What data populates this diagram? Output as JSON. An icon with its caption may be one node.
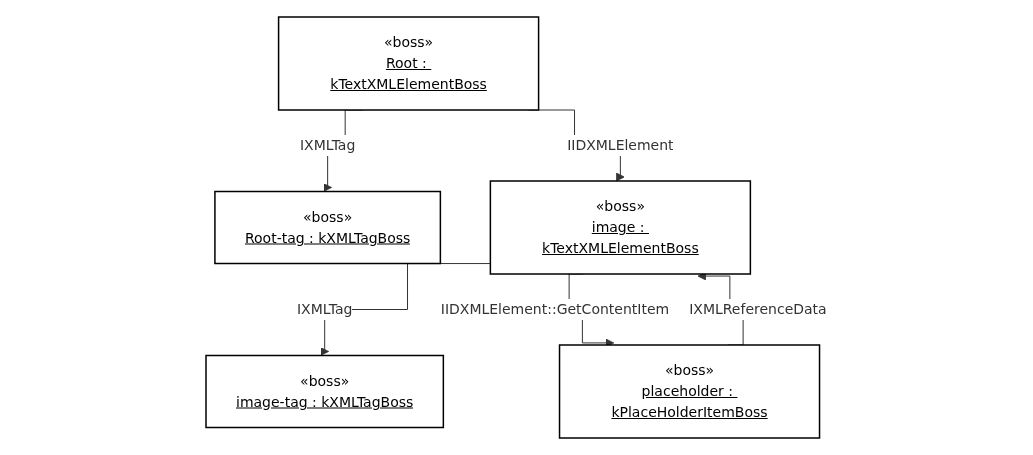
{
  "diagram": {
    "nodes": [
      {
        "text": [
          "«boss»",
          "Root : kTextXMLElementBoss"
        ]
      },
      {
        "text": [
          "«boss»",
          "Root-tag : kXMLTagBoss"
        ]
      },
      {
        "text": [
          "«boss»",
          "image : kTextXMLElementBoss"
        ]
      },
      {
        "text": [
          "«boss»",
          "image-tag : kXMLTagBoss"
        ]
      },
      {
        "text": [
          "«boss»",
          "placeholder : kPlaceHolderItemBoss"
        ]
      }
    ],
    "edges": [
      {
        "from": 0,
        "to": 2,
        "arrow": "to",
        "label": "IIDXMLElement"
      },
      {
        "from": 0,
        "to": 1,
        "arrow": "to",
        "label": "IXMLTag"
      },
      {
        "from": 2,
        "to": 3,
        "arrow": "to",
        "label": "IXMLTag"
      },
      {
        "from": 2,
        "to": 4,
        "arrow": "to",
        "label": "IIDXMLElement::GetContentItem"
      },
      {
        "from": 4,
        "to": 2,
        "arrow": "to",
        "label": "IXMLReferenceData"
      }
    ]
  }
}
